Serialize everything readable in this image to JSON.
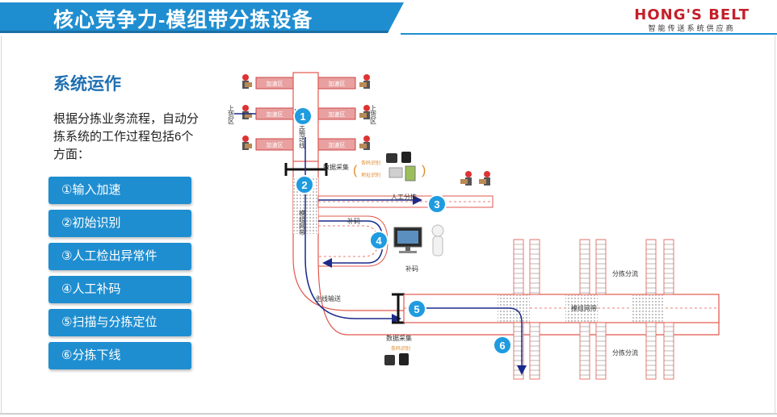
{
  "header": {
    "title": "核心竞争力-模组带分拣设备",
    "logo_text": "HONG'S BELT",
    "logo_sub": "智能传送系统供应商"
  },
  "section": {
    "title": "系统运作",
    "description": "根据分拣业务流程，自动分拣系统的工作过程包括6个方面："
  },
  "menu": [
    {
      "label": "①输入加速"
    },
    {
      "label": "②初始识别"
    },
    {
      "label": "③人工检出异常件"
    },
    {
      "label": "④人工补码"
    },
    {
      "label": "⑤扫描与分拣定位"
    },
    {
      "label": "⑥分拣下线"
    }
  ],
  "diagram": {
    "accel_zone": "加速区",
    "loading_area": "上货区",
    "main_line_v": "主输送线",
    "modular_belt_v": "模组网带",
    "data_collect": "数据采集",
    "barcode_id": "条码识别",
    "address_id": "地址识别",
    "manual_sort": "人工分拣",
    "supplement": "补码",
    "supplement_station": "补码",
    "main_convey": "主线输送",
    "modular_belt": "模组网带",
    "sort_flow": "分拣分流",
    "steps": [
      "1",
      "2",
      "3",
      "4",
      "5",
      "6"
    ],
    "colors": {
      "step": "#1f9be0",
      "belt": "#e2574c",
      "flow": "#1a2a8a"
    }
  }
}
